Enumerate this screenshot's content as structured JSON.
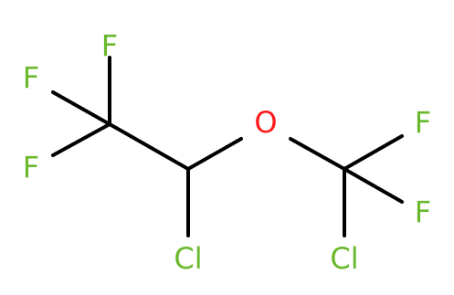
{
  "molecule": {
    "atoms": [
      {
        "id": "F1",
        "symbol": "F",
        "color": "#6ab92c"
      },
      {
        "id": "F2",
        "symbol": "F",
        "color": "#6ab92c"
      },
      {
        "id": "F3",
        "symbol": "F",
        "color": "#6ab92c"
      },
      {
        "id": "O1",
        "symbol": "O",
        "color": "#ff1a1a"
      },
      {
        "id": "F4",
        "symbol": "F",
        "color": "#6ab92c"
      },
      {
        "id": "F5",
        "symbol": "F",
        "color": "#6ab92c"
      },
      {
        "id": "Cl1",
        "symbol": "Cl",
        "color": "#6ab92c"
      },
      {
        "id": "Cl2",
        "symbol": "Cl",
        "color": "#6ab92c"
      }
    ],
    "bond_color": "#000000"
  }
}
